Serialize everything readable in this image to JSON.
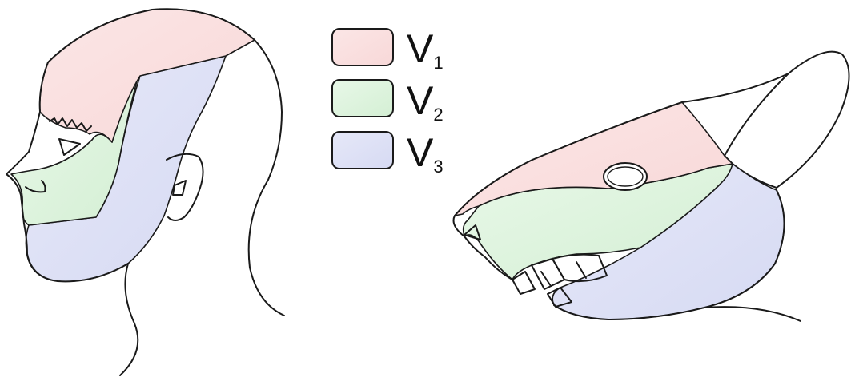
{
  "legend": {
    "items": [
      {
        "key": "v1",
        "letter": "V",
        "subscript": "1",
        "color": "#f9dede"
      },
      {
        "key": "v2",
        "letter": "V",
        "subscript": "2",
        "color": "#d9f1d9"
      },
      {
        "key": "v3",
        "letter": "V",
        "subscript": "3",
        "color": "#dcdff5"
      }
    ]
  },
  "colors": {
    "outline": "#1a1a1a",
    "background": "#ffffff"
  },
  "figures": [
    "human-head-profile",
    "animal-head-profile"
  ]
}
